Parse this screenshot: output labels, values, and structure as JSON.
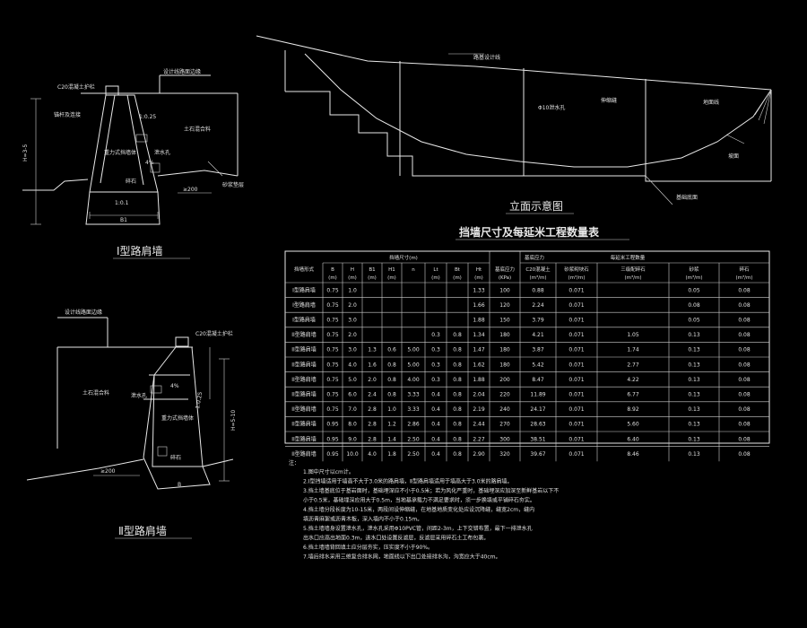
{
  "colors": {
    "background": "#000000",
    "line": "#e8e8e8"
  },
  "titles": {
    "type1": "Ⅰ型路肩墙",
    "type2": "Ⅱ型路肩墙",
    "elevation": "立面示意图",
    "table": "挡墙尺寸及每延米工程数量表"
  },
  "type1_labels": {
    "top_note": "设计线路面边缘",
    "barrier": "C20混凝土护栏",
    "anchor": "锚杆及连接",
    "slope_ratio": "1:0.25",
    "filling": "土石混合料",
    "wall_body": "重力式挡墙体",
    "drain_pipe": "泄水孔",
    "slope_pct": "4%",
    "h_label": "H=3-5",
    "b_label": "B1",
    "gt200": "≥200",
    "base": "砂浆垫层",
    "gravel": "碎石",
    "ratio_bottom": "1:0.1"
  },
  "type2_labels": {
    "top_note": "设计线路面边缘",
    "barrier": "C20混凝土护栏",
    "filling": "土石混合料",
    "wall_body": "重力式挡墙体",
    "drain": "泄水孔",
    "slope_pct": "4%",
    "slope_ratio": "1:0.25",
    "h_label": "H=5-10",
    "gt200": "≥200",
    "gravel": "碎石",
    "b_label": "B"
  },
  "elevation_labels": {
    "road": "路基设计线",
    "drain_hole": "Φ10泄水孔",
    "joint": "伸缩缝",
    "ground": "地面线",
    "slope": "坡面",
    "foundation": "基础底面"
  },
  "table": {
    "col_headers": [
      "挡墙形式",
      "B (m)",
      "H (m)",
      "B1 (m)",
      "H1 (m)",
      "n",
      "Lt (m)",
      "Bt (m)",
      "Ht (m)",
      "基底应力",
      "C20混凝土",
      "砂浆砌块石",
      "三级配碎石",
      "砂浆",
      "碎石"
    ],
    "group_headers": {
      "size": "挡墙尺寸(m)",
      "stress": "基底应力",
      "quantity": "每延米工程数量"
    },
    "units": [
      "",
      "(m)",
      "(m)",
      "(m)",
      "(m)",
      "",
      "(m)",
      "(m)",
      "(m)",
      "(KPa)",
      "(m³/m)",
      "(m³/m)",
      "(m³/m)",
      "(m³/m)",
      "(m³/m)"
    ],
    "rows": [
      [
        "I型路肩墙",
        "0.75",
        "1.0",
        "",
        "",
        "",
        "",
        "",
        "1.33",
        "100",
        "0.88",
        "0.071",
        "",
        "0.05",
        "0.08"
      ],
      [
        "I型路肩墙",
        "0.75",
        "2.0",
        "",
        "",
        "",
        "",
        "",
        "1.66",
        "120",
        "2.24",
        "0.071",
        "",
        "0.08",
        "0.08"
      ],
      [
        "I型路肩墙",
        "0.75",
        "3.0",
        "",
        "",
        "",
        "",
        "",
        "1.88",
        "150",
        "3.79",
        "0.071",
        "",
        "0.05",
        "0.08"
      ],
      [
        "II型路肩墙",
        "0.75",
        "2.0",
        "",
        "",
        "",
        "0.3",
        "0.8",
        "1.34",
        "180",
        "4.21",
        "0.071",
        "1.05",
        "0.13",
        "0.08"
      ],
      [
        "II型路肩墙",
        "0.75",
        "3.0",
        "1.3",
        "0.6",
        "5.00",
        "0.3",
        "0.8",
        "1.47",
        "180",
        "3.87",
        "0.071",
        "1.74",
        "0.13",
        "0.08"
      ],
      [
        "II型路肩墙",
        "0.75",
        "4.0",
        "1.6",
        "0.8",
        "5.00",
        "0.3",
        "0.8",
        "1.62",
        "180",
        "5.42",
        "0.071",
        "2.77",
        "0.13",
        "0.08"
      ],
      [
        "II型路肩墙",
        "0.75",
        "5.0",
        "2.0",
        "0.8",
        "4.00",
        "0.3",
        "0.8",
        "1.88",
        "200",
        "8.47",
        "0.071",
        "4.22",
        "0.13",
        "0.08"
      ],
      [
        "II型路肩墙",
        "0.75",
        "6.0",
        "2.4",
        "0.8",
        "3.33",
        "0.4",
        "0.8",
        "2.04",
        "220",
        "11.89",
        "0.071",
        "6.77",
        "0.13",
        "0.08"
      ],
      [
        "II型路肩墙",
        "0.75",
        "7.0",
        "2.8",
        "1.0",
        "3.33",
        "0.4",
        "0.8",
        "2.19",
        "240",
        "24.17",
        "0.071",
        "8.92",
        "0.13",
        "0.08"
      ],
      [
        "II型路肩墙",
        "0.95",
        "8.0",
        "2.8",
        "1.2",
        "2.86",
        "0.4",
        "0.8",
        "2.44",
        "270",
        "28.63",
        "0.071",
        "5.60",
        "0.13",
        "0.08"
      ],
      [
        "II型路肩墙",
        "0.95",
        "9.0",
        "2.8",
        "1.4",
        "2.50",
        "0.4",
        "0.8",
        "2.27",
        "300",
        "38.51",
        "0.071",
        "6.40",
        "0.13",
        "0.08"
      ],
      [
        "II型路肩墙",
        "0.95",
        "10.0",
        "4.0",
        "1.8",
        "2.50",
        "0.4",
        "0.8",
        "2.90",
        "320",
        "39.67",
        "0.071",
        "8.46",
        "0.13",
        "0.08"
      ]
    ]
  },
  "notes": {
    "heading": "注：",
    "lines": [
      "1.图中尺寸以cm计。",
      "2.Ⅰ型挡墙适用于墙高不大于3.0米的路肩墙，Ⅱ型路肩墙适用于墙高大于3.0米的路肩墙。",
      "3.挡土墙基底位于基岩面时，基础埋深应不小于0.5米；若为风化严重时，基础埋深应加深至新鲜基岩以下不",
      "  小于0.5米，基础埋深应用大于0.5m，当地基承载力不满足要求时，须一步换填或平铺碎石夯实。",
      "4.挡土墙分段长度为10-15米，两段间设伸缩缝，在地基地质变化处应设沉降缝，缝宽2cm，缝内",
      "  填沥青麻絮或沥青木板，深入墙内不小于0.15m。",
      "5.挡土墙墙身设置泄水孔，泄水孔采用Φ10PVC管，间距2-3m，上下交错布置，最下一排泄水孔",
      "  出水口应高出地面0.3m，进水口处设置反滤层，反滤层采用碎石土工布包裹。",
      "6.挡土墙墙背回填土应分层夯实，压实度不小于90%。",
      "7.墙后排水采用三维复合排水网，地面线以下出口处接排水沟，沟宽应大于40cm。"
    ]
  }
}
